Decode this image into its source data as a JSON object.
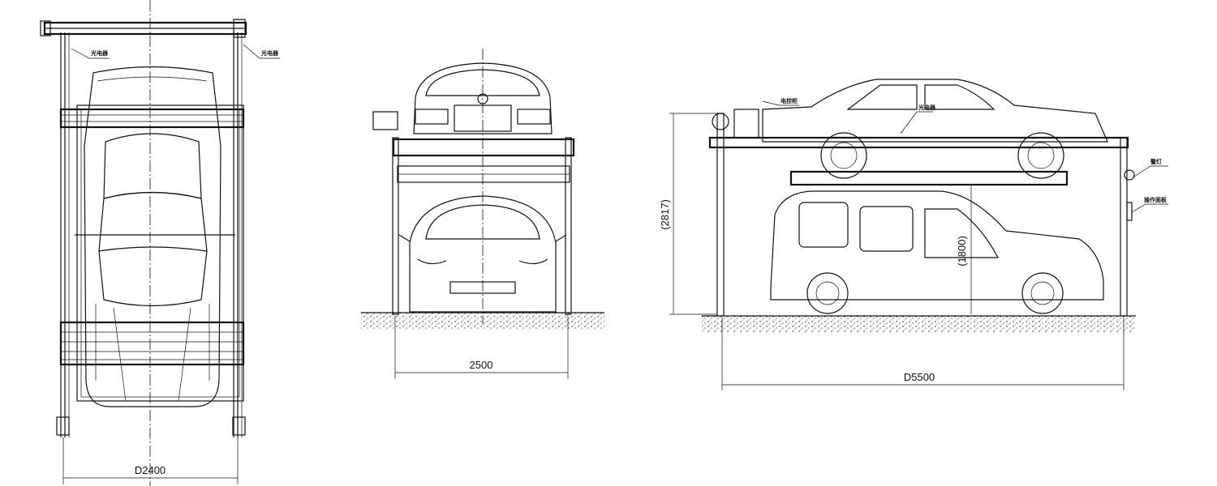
{
  "top_view": {
    "dimension_width": "D2400",
    "label_left": "光电器",
    "label_right": "光电器"
  },
  "front_view": {
    "dimension_width": "2500"
  },
  "side_view": {
    "dimension_length": "D5500",
    "dimension_height_total": "(2817)",
    "dimension_height_clearance": "(1800)",
    "label_control_box": "电控柜",
    "label_sensor": "光电器",
    "label_warning_light": "警灯",
    "label_operation_panel": "操作面板"
  }
}
